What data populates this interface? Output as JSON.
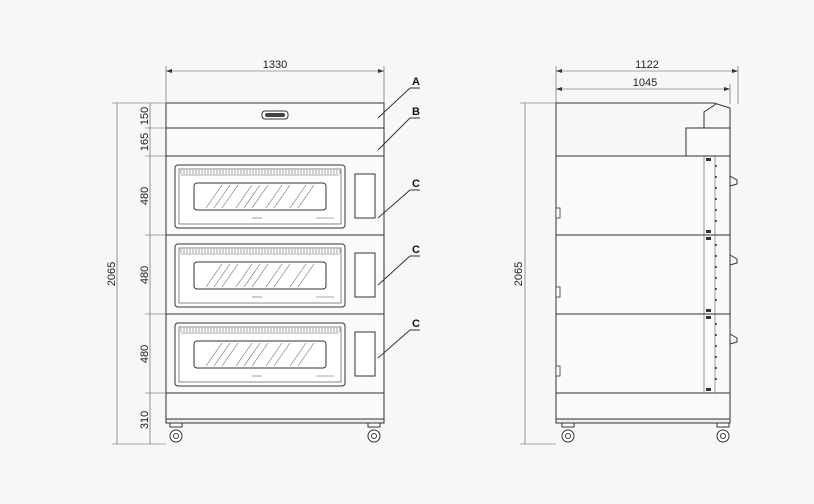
{
  "front_view": {
    "width_label": "1330",
    "height_total_label": "2065",
    "section_labels": [
      "150",
      "165",
      "480",
      "480",
      "480",
      "310"
    ],
    "callouts": [
      "A",
      "B",
      "C",
      "C",
      "C"
    ]
  },
  "side_view": {
    "depth_outer_label": "1122",
    "depth_inner_label": "1045",
    "height_total_label": "2065"
  },
  "colors": {
    "line": "#333333",
    "background": "#f7f7f5"
  }
}
